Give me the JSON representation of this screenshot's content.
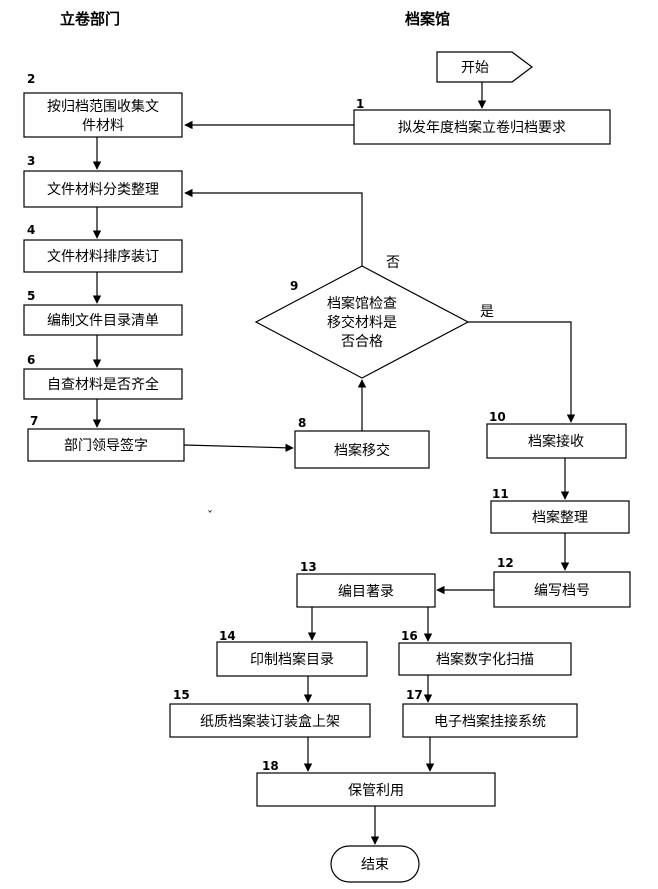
{
  "headers": {
    "left": "立卷部门",
    "right": "档案馆"
  },
  "nodes": {
    "start": "开始",
    "n1": {
      "num": "1",
      "label": "拟发年度档案立卷归档要求"
    },
    "n2": {
      "num": "2",
      "line1": "按归档范围收集文",
      "line2": "件材料"
    },
    "n3": {
      "num": "3",
      "label": "文件材料分类整理"
    },
    "n4": {
      "num": "4",
      "label": "文件材料排序装订"
    },
    "n5": {
      "num": "5",
      "label": "编制文件目录清单"
    },
    "n6": {
      "num": "6",
      "label": "自查材料是否齐全"
    },
    "n7": {
      "num": "7",
      "label": "部门领导签字"
    },
    "n8": {
      "num": "8",
      "label": "档案移交"
    },
    "n9": {
      "num": "9",
      "line1": "档案馆检查",
      "line2": "移交材料是",
      "line3": "否合格"
    },
    "n10": {
      "num": "10",
      "label": "档案接收"
    },
    "n11": {
      "num": "11",
      "label": "档案整理"
    },
    "n12": {
      "num": "12",
      "label": "编写档号"
    },
    "n13": {
      "num": "13",
      "label": "编目著录"
    },
    "n14": {
      "num": "14",
      "label": "印制档案目录"
    },
    "n15": {
      "num": "15",
      "label": "纸质档案装订装盒上架"
    },
    "n16": {
      "num": "16",
      "label": "档案数字化扫描"
    },
    "n17": {
      "num": "17",
      "label": "电子档案挂接系统"
    },
    "n18": {
      "num": "18",
      "label": "保管利用"
    },
    "end": "结束"
  },
  "edge_labels": {
    "no": "否",
    "yes": "是"
  },
  "stray_mark": "ˇ"
}
